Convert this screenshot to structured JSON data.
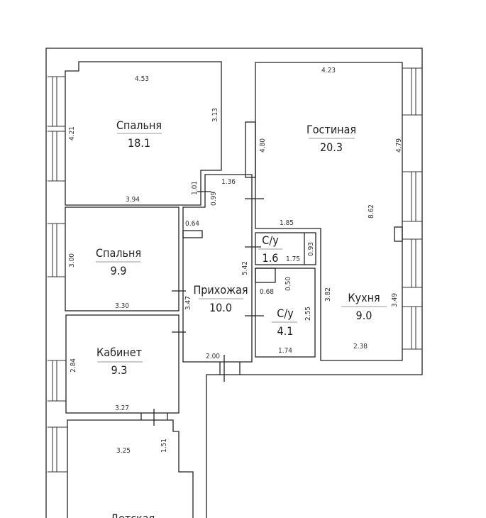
{
  "rooms": {
    "bedroom1": {
      "name": "Спальня",
      "area": "18.1",
      "dims": [
        "4.53",
        "4.21",
        "3.13",
        "3.94",
        "1.01"
      ]
    },
    "living": {
      "name": "Гостиная",
      "area": "20.3",
      "dims": [
        "4.23",
        "4.80",
        "4.79",
        "8.62",
        "1.85"
      ]
    },
    "bedroom2": {
      "name": "Спальня",
      "area": "9.9",
      "dims": [
        "3.00",
        "3.30"
      ]
    },
    "hall": {
      "name": "Прихожая",
      "area": "10.0",
      "dims": [
        "1.36",
        "0.99",
        "0.64",
        "5.42",
        "3.47",
        "2.00"
      ]
    },
    "wc1": {
      "name": "С/у",
      "area": "1.6",
      "dims": [
        "1.75",
        "0.93"
      ]
    },
    "wc2": {
      "name": "С/у",
      "area": "4.1",
      "dims": [
        "0.68",
        "0.50",
        "2.55",
        "1.74"
      ]
    },
    "kitchen": {
      "name": "Кухня",
      "area": "9.0",
      "dims": [
        "3.82",
        "3.49",
        "2.38"
      ]
    },
    "study": {
      "name": "Кабинет",
      "area": "9.3",
      "dims": [
        "2.84",
        "3.27"
      ]
    },
    "kids": {
      "name": "Детская",
      "dims": [
        "3.25",
        "1.51"
      ]
    }
  }
}
